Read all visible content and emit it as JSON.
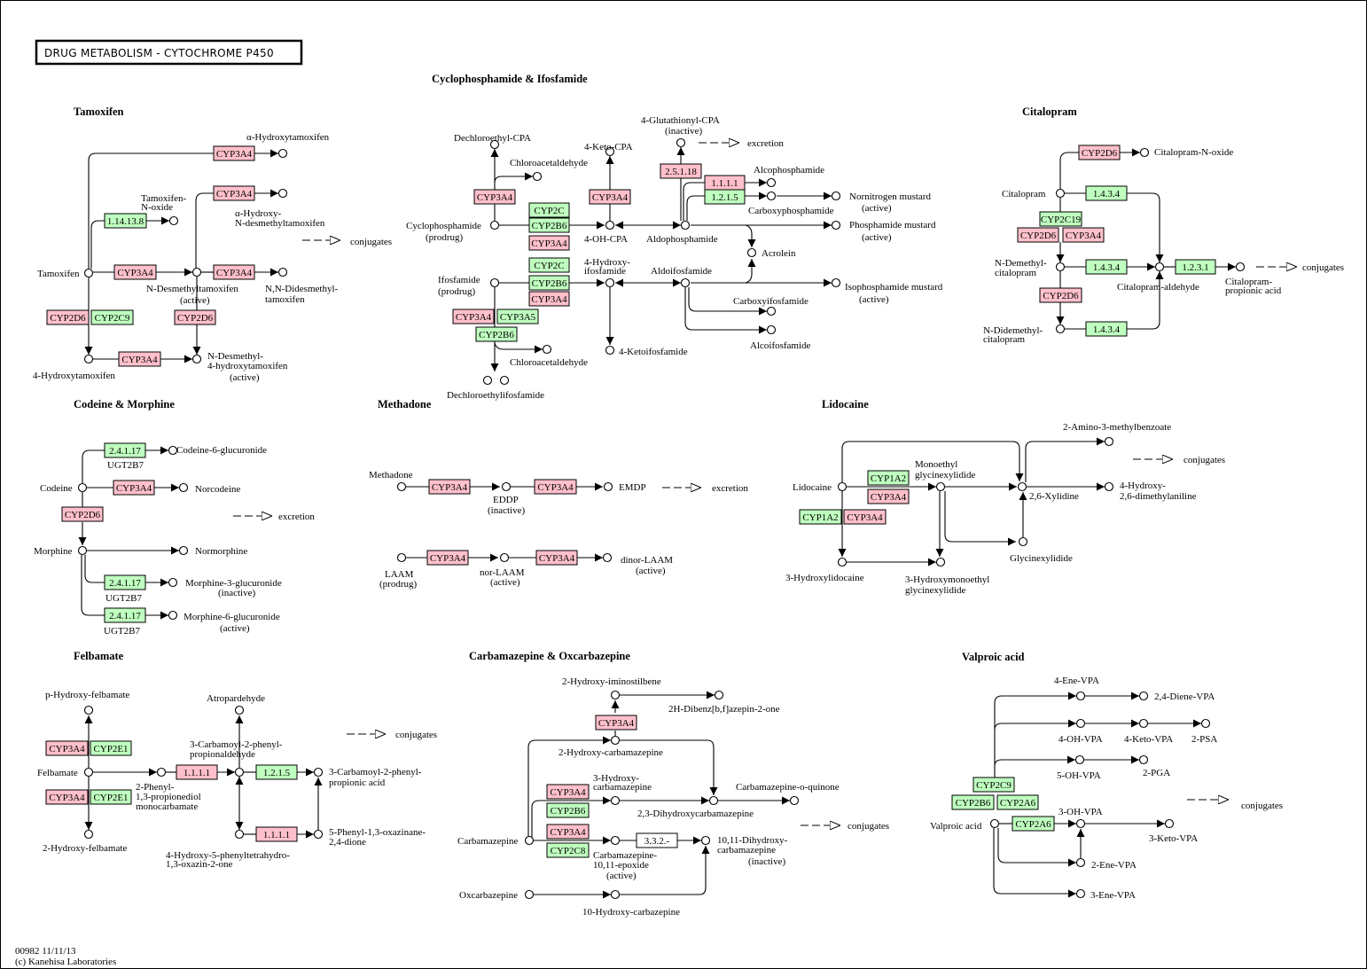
{
  "title": "DRUG  METABOLISM - CYTOCHROME P450",
  "footer": {
    "id_date": "00982 11/11/13",
    "copyright": "(c) Kanehisa Laboratories"
  },
  "colors": {
    "enzyme_pink": "#ffc0cb",
    "enzyme_green": "#bfffbf",
    "enzyme_white": "#ffffff",
    "border": "#000000"
  },
  "legend": {
    "conjugates": "conjugates",
    "excretion": "excretion"
  },
  "sections": {
    "tamoxifen": "Tamoxifen",
    "cyclophosphamide": "Cyclophosphamide & Ifosfamide",
    "citalopram": "Citalopram",
    "codeine": "Codeine & Morphine",
    "methadone": "Methadone",
    "lidocaine": "Lidocaine",
    "felbamate": "Felbamate",
    "carbamazepine": "Carbamazepine & Oxcarbazepine",
    "valproic": "Valproic acid"
  },
  "compounds": {
    "tam": {
      "alpha_oh": "α-Hydroxytamoxifen",
      "n_oxide_1": "Tamoxifen-",
      "n_oxide_2": "N-oxide",
      "alpha_oh_nd_1": "α-Hydroxy-",
      "alpha_oh_nd_2": "N-desmethyltamoxifen",
      "tamoxifen": "Tamoxifen",
      "ndm_1": "N-Desmethyltamoxifen",
      "ndm_2": "(active)",
      "nndd_1": "N,N-Didesmethyl-",
      "nndd_2": "tamoxifen",
      "oh4": "4-Hydroxytamoxifen",
      "endox_1": "N-Desmethyl-",
      "endox_2": "4-hydroxytamoxifen",
      "endox_3": "(active)"
    },
    "cpa": {
      "dechloro": "Dechloroethyl-CPA",
      "chloroacet": "Chloroacetaldehyde",
      "keto": "4-Keto-CPA",
      "gsh_1": "4-Glutathionyl-CPA",
      "gsh_2": "(inactive)",
      "alcopho": "Alcophosphamide",
      "nornit_1": "Nornitrogen mustard",
      "nornit_2": "(active)",
      "carboxypho": "Carboxyphosphamide",
      "phosmust_1": "Phosphamide mustard",
      "phosmust_2": "(active)",
      "cpa_1": "Cyclophosphamide",
      "cpa_2": "(prodrug)",
      "oh_cpa": "4-OH-CPA",
      "aldopho": "Aldophosphamide",
      "acrolein": "Acrolein",
      "ifo_1": "Ifosfamide",
      "ifo_2": "(prodrug)",
      "ohifo_1": "4-Hydroxy-",
      "ohifo_2": "ifosfamide",
      "aldoifo": "Aldoifosfamide",
      "isomust_1": "Isophosphamide mustard",
      "isomust_2": "(active)",
      "carboxyifo": "Carboxyifosfamide",
      "alcoifo": "Alcoifosfamide",
      "ketoifo": "4-Ketoifosfamide",
      "chloroacet2": "Chloroacetaldehyde",
      "dechloroifo": "Dechloroethylifosfamide"
    },
    "cit": {
      "noxide": "Citalopram-N-oxide",
      "citalopram": "Citalopram",
      "ndm_1": "N-Demethyl-",
      "ndm_2": "citalopram",
      "aldehyde": "Citalopram-aldehyde",
      "propionic_1": "Citalopram-",
      "propionic_2": "propionic acid",
      "nddm_1": "N-Didemethyl-",
      "nddm_2": "citalopram"
    },
    "cod": {
      "c6g": "Codeine-6-glucuronide",
      "codeine": "Codeine",
      "norcodeine": "Norcodeine",
      "morphine": "Morphine",
      "normorphine": "Normorphine",
      "m3g_1": "Morphine-3-glucuronide",
      "m3g_2": "(inactive)",
      "m6g_1": "Morphine-6-glucuronide",
      "m6g_2": "(active)",
      "ugt": "UGT2B7"
    },
    "met": {
      "methadone": "Methadone",
      "eddp_1": "EDDP",
      "eddp_2": "(inactive)",
      "emdp": "EMDP",
      "laam_1": "LAAM",
      "laam_2": "(prodrug)",
      "norlaam_1": "nor-LAAM",
      "norlaam_2": "(active)",
      "dinor_1": "dinor-LAAM",
      "dinor_2": "(active)"
    },
    "lid": {
      "amino": "2-Amino-3-methylbenzoate",
      "lidocaine": "Lidocaine",
      "megx_1": "Monoethyl",
      "megx_2": "glycinexylidide",
      "xylidine": "2,6-Xylidine",
      "hdma_1": "4-Hydroxy-",
      "hdma_2": "2,6-dimethylaniline",
      "gx": "Glycinexylidide",
      "ohlid": "3-Hydroxylidocaine",
      "ohmegx_1": "3-Hydroxymonoethyl",
      "ohmegx_2": "glycinexylidide"
    },
    "fel": {
      "phydroxy": "p-Hydroxy-felbamate",
      "atropa": "Atropardehyde",
      "carbald_1": "3-Carbamoyl-2-phenyl-",
      "carbald_2": "propionaldehyde",
      "felbamate": "Felbamate",
      "ppdm_1": "2-Phenyl-",
      "ppdm_2": "1,3-propionediol",
      "ppdm_3": "monocarbamate",
      "carbacid_1": "3-Carbamoyl-2-phenyl-",
      "carbacid_2": "propionic acid",
      "oh2": "2-Hydroxy-felbamate",
      "oxaz_1": "4-Hydroxy-5-phenyltetrahydro-",
      "oxaz_2": "1,3-oxazin-2-one",
      "dione_1": "5-Phenyl-1,3-oxazinane-",
      "dione_2": "2,4-dione"
    },
    "cbz": {
      "iminostil": "2-Hydroxy-iminostilbene",
      "dibenz": "2H-Dibenz[b,f]azepin-2-one",
      "oh2": "2-Hydroxy-carbamazepine",
      "oh3_1": "3-Hydroxy-",
      "oh3_2": "carbamazepine",
      "quinone": "Carbamazepine-o-quinone",
      "dihydroxy23": "2,3-Dihydroxycarbamazepine",
      "cbz": "Carbamazepine",
      "epox_1": "Carbamazepine-",
      "epox_2": "10,11-epoxide",
      "epox_3": "(active)",
      "diol_1": "10,11-Dihydroxy-",
      "diol_2": "carbamazepine",
      "diol_3": "(inactive)",
      "oxcbz": "Oxcarbazepine",
      "ohcarb": "10-Hydroxy-carbazepine"
    },
    "vpa": {
      "ene4": "4-Ene-VPA",
      "diene": "2,4-Diene-VPA",
      "oh4": "4-OH-VPA",
      "keto4": "4-Keto-VPA",
      "psa": "2-PSA",
      "oh5": "5-OH-VPA",
      "pga": "2-PGA",
      "oh3": "3-OH-VPA",
      "vpa": "Valproic acid",
      "keto3": "3-Keto-VPA",
      "ene2": "2-Ene-VPA",
      "ene3": "3-Ene-VPA"
    }
  },
  "enzymes": [
    {
      "label": "CYP3A4",
      "color": "pink"
    },
    {
      "label": "CYP3A4",
      "color": "pink"
    },
    {
      "label": "1.14.13.8",
      "color": "green"
    },
    {
      "label": "CYP3A4",
      "color": "pink"
    },
    {
      "label": "CYP3A4",
      "color": "pink"
    },
    {
      "label": "CYP2D6",
      "color": "pink"
    },
    {
      "label": "CYP2C9",
      "color": "green"
    },
    {
      "label": "CYP2D6",
      "color": "pink"
    },
    {
      "label": "CYP3A4",
      "color": "pink"
    },
    {
      "label": "CYP3A4",
      "color": "pink"
    },
    {
      "label": "CYP3A4",
      "color": "pink"
    },
    {
      "label": "2.5.1.18",
      "color": "pink"
    },
    {
      "label": "1.1.1.1",
      "color": "pink"
    },
    {
      "label": "1.2.1.5",
      "color": "green"
    },
    {
      "label": "CYP2C",
      "color": "green"
    },
    {
      "label": "CYP2B6",
      "color": "green"
    },
    {
      "label": "CYP3A4",
      "color": "pink"
    },
    {
      "label": "CYP2C",
      "color": "green"
    },
    {
      "label": "CYP2B6",
      "color": "green"
    },
    {
      "label": "CYP3A4",
      "color": "pink"
    },
    {
      "label": "CYP3A4",
      "color": "pink"
    },
    {
      "label": "CYP3A5",
      "color": "green"
    },
    {
      "label": "CYP2B6",
      "color": "green"
    },
    {
      "label": "CYP2D6",
      "color": "pink"
    },
    {
      "label": "1.4.3.4",
      "color": "green"
    },
    {
      "label": "CYP2C19",
      "color": "green"
    },
    {
      "label": "CYP2D6",
      "color": "pink"
    },
    {
      "label": "CYP3A4",
      "color": "pink"
    },
    {
      "label": "1.4.3.4",
      "color": "green"
    },
    {
      "label": "1.2.3.1",
      "color": "green"
    },
    {
      "label": "CYP2D6",
      "color": "pink"
    },
    {
      "label": "1.4.3.4",
      "color": "green"
    },
    {
      "label": "2.4.1.17",
      "color": "green"
    },
    {
      "label": "CYP3A4",
      "color": "pink"
    },
    {
      "label": "CYP2D6",
      "color": "pink"
    },
    {
      "label": "2.4.1.17",
      "color": "green"
    },
    {
      "label": "2.4.1.17",
      "color": "green"
    },
    {
      "label": "CYP3A4",
      "color": "pink"
    },
    {
      "label": "CYP3A4",
      "color": "pink"
    },
    {
      "label": "CYP3A4",
      "color": "pink"
    },
    {
      "label": "CYP3A4",
      "color": "pink"
    },
    {
      "label": "CYP1A2",
      "color": "green"
    },
    {
      "label": "CYP3A4",
      "color": "pink"
    },
    {
      "label": "CYP1A2",
      "color": "green"
    },
    {
      "label": "CYP3A4",
      "color": "pink"
    },
    {
      "label": "CYP3A4",
      "color": "pink"
    },
    {
      "label": "CYP2E1",
      "color": "green"
    },
    {
      "label": "1.1.1.1",
      "color": "pink"
    },
    {
      "label": "1.2.1.5",
      "color": "green"
    },
    {
      "label": "CYP3A4",
      "color": "pink"
    },
    {
      "label": "CYP2E1",
      "color": "green"
    },
    {
      "label": "1.1.1.1",
      "color": "pink"
    },
    {
      "label": "CYP3A4",
      "color": "pink"
    },
    {
      "label": "CYP3A4",
      "color": "pink"
    },
    {
      "label": "CYP2B6",
      "color": "green"
    },
    {
      "label": "CYP3A4",
      "color": "pink"
    },
    {
      "label": "CYP2C8",
      "color": "green"
    },
    {
      "label": "3.3.2.-",
      "color": "white"
    },
    {
      "label": "CYP2C9",
      "color": "green"
    },
    {
      "label": "CYP2B6",
      "color": "green"
    },
    {
      "label": "CYP2A6",
      "color": "green"
    },
    {
      "label": "CYP2A6",
      "color": "green"
    }
  ]
}
